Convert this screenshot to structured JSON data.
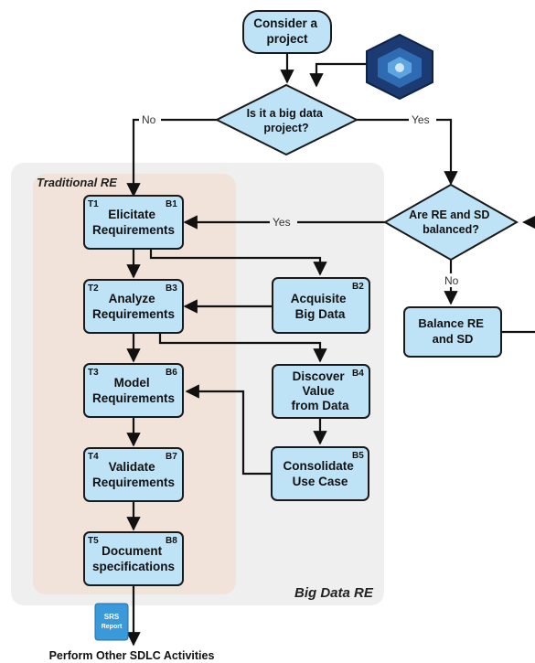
{
  "regions": {
    "big_data": "Big Data RE",
    "traditional": "Traditional RE"
  },
  "nodes": {
    "consider": [
      "Consider a",
      "project"
    ],
    "big_decision": [
      "Is it a big data",
      "project?"
    ],
    "balanced_decision": [
      "Are RE and SD",
      "balanced?"
    ],
    "balance": [
      "Balance RE",
      "and SD"
    ],
    "elicitate": {
      "lines": [
        "Elicitate",
        "Requirements"
      ],
      "tag_left": "T1",
      "tag_right": "B1"
    },
    "analyze": {
      "lines": [
        "Analyze",
        "Requirements"
      ],
      "tag_left": "T2",
      "tag_right": "B3"
    },
    "model": {
      "lines": [
        "Model",
        "Requirements"
      ],
      "tag_left": "T3",
      "tag_right": "B6"
    },
    "validate": {
      "lines": [
        "Validate",
        "Requirements"
      ],
      "tag_left": "T4",
      "tag_right": "B7"
    },
    "document": {
      "lines": [
        "Document",
        "specifications"
      ],
      "tag_left": "T5",
      "tag_right": "B8"
    },
    "acquisite": {
      "lines": [
        "Acquisite",
        "Big Data"
      ],
      "tag_right": "B2"
    },
    "discover": {
      "lines": [
        "Discover",
        "Value",
        "from Data"
      ],
      "tag_right": "B4"
    },
    "consolidate": {
      "lines": [
        "Consolidate",
        "Use Case"
      ],
      "tag_right": "B5"
    }
  },
  "edge_labels": {
    "no_left": "No",
    "yes_right": "Yes",
    "yes_balanced": "Yes",
    "no_balanced": "No"
  },
  "srs_icon": {
    "line1": "SRS",
    "line2": "Report"
  },
  "footer": "Perform Other SDLC Activities",
  "colors": {
    "node_fill": "#bfe3f6",
    "node_stroke": "#1a1a1a",
    "big_data_region": "#efefef",
    "traditional_region": "#f1e3da",
    "edge": "#111111",
    "srs_icon": "#3a9ad9"
  }
}
